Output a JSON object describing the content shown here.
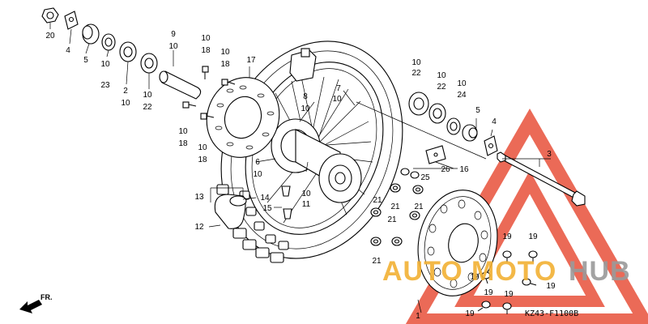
{
  "diagram_code": "KZ43-F1100B",
  "front_marker": "FR.",
  "watermark": {
    "word1": "AUTO",
    "word2": "MOTO",
    "word3": "HUB",
    "color_red": "#e8503a",
    "color_orange": "#f2b134",
    "color_gray": "#9a9a9a"
  },
  "callouts": [
    {
      "id": "c20",
      "label": "20"
    },
    {
      "id": "c4a",
      "label": "4"
    },
    {
      "id": "c5a",
      "label": "5"
    },
    {
      "id": "c10a",
      "label": "10"
    },
    {
      "id": "c23",
      "label": "23"
    },
    {
      "id": "c2",
      "label": "2"
    },
    {
      "id": "c10b",
      "label": "10"
    },
    {
      "id": "c10c",
      "label": "10"
    },
    {
      "id": "c22a",
      "label": "22"
    },
    {
      "id": "c9",
      "label": "9"
    },
    {
      "id": "c10d",
      "label": "10"
    },
    {
      "id": "c10e",
      "label": "10"
    },
    {
      "id": "c18a",
      "label": "18"
    },
    {
      "id": "c10f",
      "label": "10"
    },
    {
      "id": "c18b",
      "label": "18"
    },
    {
      "id": "c17",
      "label": "17"
    },
    {
      "id": "c10g",
      "label": "10"
    },
    {
      "id": "c18c",
      "label": "18"
    },
    {
      "id": "c10h",
      "label": "10"
    },
    {
      "id": "c18d",
      "label": "18"
    },
    {
      "id": "c8",
      "label": "8"
    },
    {
      "id": "c10i",
      "label": "10"
    },
    {
      "id": "c7",
      "label": "7"
    },
    {
      "id": "c10j",
      "label": "10"
    },
    {
      "id": "c6",
      "label": "6"
    },
    {
      "id": "c10k",
      "label": "10"
    },
    {
      "id": "c13",
      "label": "13"
    },
    {
      "id": "c14",
      "label": "14"
    },
    {
      "id": "c12",
      "label": "12"
    },
    {
      "id": "c15",
      "label": "15"
    },
    {
      "id": "c10l",
      "label": "10"
    },
    {
      "id": "c11",
      "label": "11"
    },
    {
      "id": "c10m",
      "label": "10"
    },
    {
      "id": "c22b",
      "label": "22"
    },
    {
      "id": "c10n",
      "label": "10"
    },
    {
      "id": "c22c",
      "label": "22"
    },
    {
      "id": "c10o",
      "label": "10"
    },
    {
      "id": "c24",
      "label": "24"
    },
    {
      "id": "c5b",
      "label": "5"
    },
    {
      "id": "c4b",
      "label": "4"
    },
    {
      "id": "c3",
      "label": "3"
    },
    {
      "id": "c26",
      "label": "26"
    },
    {
      "id": "c16",
      "label": "16"
    },
    {
      "id": "c25",
      "label": "25"
    },
    {
      "id": "c21a",
      "label": "21"
    },
    {
      "id": "c21b",
      "label": "21"
    },
    {
      "id": "c21c",
      "label": "21"
    },
    {
      "id": "c21d",
      "label": "21"
    },
    {
      "id": "c21e",
      "label": "21"
    },
    {
      "id": "c19a",
      "label": "19"
    },
    {
      "id": "c19b",
      "label": "19"
    },
    {
      "id": "c19c",
      "label": "19"
    },
    {
      "id": "c19d",
      "label": "19"
    },
    {
      "id": "c19e",
      "label": "19"
    },
    {
      "id": "c19f",
      "label": "19"
    },
    {
      "id": "c19g",
      "label": "19"
    },
    {
      "id": "c1",
      "label": "1"
    }
  ]
}
